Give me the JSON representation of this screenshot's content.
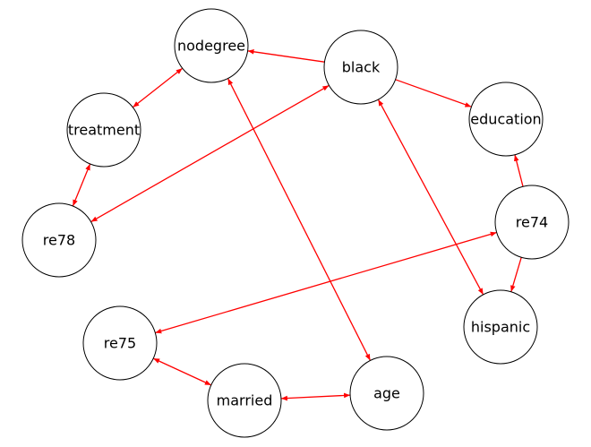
{
  "graph": {
    "edge_color": "#ff0000",
    "node_fill": "#ffffff",
    "node_stroke": "#000000",
    "nodes": [
      {
        "id": "nodegree",
        "label": "nodegree"
      },
      {
        "id": "black",
        "label": "black"
      },
      {
        "id": "treatment",
        "label": "treatment"
      },
      {
        "id": "education",
        "label": "education"
      },
      {
        "id": "re78",
        "label": "re78"
      },
      {
        "id": "re74",
        "label": "re74"
      },
      {
        "id": "hispanic",
        "label": "hispanic"
      },
      {
        "id": "re75",
        "label": "re75"
      },
      {
        "id": "married",
        "label": "married"
      },
      {
        "id": "age",
        "label": "age"
      }
    ],
    "edges": [
      {
        "source": "black",
        "target": "nodegree",
        "type": "directed"
      },
      {
        "source": "black",
        "target": "education",
        "type": "directed"
      },
      {
        "source": "nodegree",
        "target": "treatment",
        "type": "bidirected"
      },
      {
        "source": "treatment",
        "target": "re78",
        "type": "bidirected"
      },
      {
        "source": "black",
        "target": "re78",
        "type": "bidirected"
      },
      {
        "source": "nodegree",
        "target": "age",
        "type": "bidirected"
      },
      {
        "source": "black",
        "target": "hispanic",
        "type": "bidirected"
      },
      {
        "source": "re74",
        "target": "education",
        "type": "directed"
      },
      {
        "source": "re74",
        "target": "hispanic",
        "type": "directed"
      },
      {
        "source": "re74",
        "target": "re75",
        "type": "bidirected"
      },
      {
        "source": "re75",
        "target": "married",
        "type": "bidirected"
      },
      {
        "source": "married",
        "target": "age",
        "type": "bidirected"
      }
    ]
  }
}
